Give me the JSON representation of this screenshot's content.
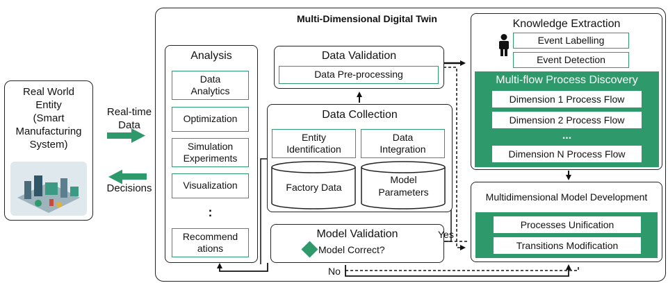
{
  "colors": {
    "accent": "#2e9a6c",
    "line": "#222222"
  },
  "real_world": {
    "lines": [
      "Real World",
      "Entity",
      "(Smart",
      "Manufacturing",
      "System)"
    ],
    "image_icon": "factory-illustration-icon"
  },
  "side_labels": {
    "realtime": [
      "Real-time",
      "Data"
    ],
    "decisions": "Decisions"
  },
  "twin_title": "Multi-Dimensional Digital Twin",
  "analysis": {
    "title": "Analysis",
    "items": [
      [
        "Data",
        "Analytics"
      ],
      [
        "Optimization"
      ],
      [
        "Simulation",
        "Experiments"
      ],
      [
        "Visualization"
      ],
      [
        ":"
      ],
      [
        "Recommend",
        "ations"
      ]
    ]
  },
  "data_validation": {
    "title": "Data Validation",
    "item": "Data Pre-processing"
  },
  "data_collection": {
    "title": "Data Collection",
    "boxes": [
      [
        "Entity",
        "Identification"
      ],
      [
        "Data",
        "Integration"
      ]
    ],
    "cylinders": [
      [
        "Factory Data"
      ],
      [
        "Model",
        "Parameters"
      ]
    ]
  },
  "model_validation": {
    "title": "Model Validation",
    "question": "Model Correct?",
    "yes": "Yes",
    "no": "No"
  },
  "knowledge_extraction": {
    "title": "Knowledge Extraction",
    "person_icon": "person-icon",
    "items": [
      "Event Labelling",
      "Event Detection"
    ],
    "discovery": {
      "title": "Multi-flow Process Discovery",
      "flows": [
        "Dimension 1 Process Flow",
        "Dimension 2 Process Flow",
        "...",
        "Dimension N Process Flow"
      ]
    }
  },
  "model_development": {
    "title": "Multidimensional Model Development",
    "items": [
      "Processes Unification",
      "Transitions Modification"
    ]
  }
}
